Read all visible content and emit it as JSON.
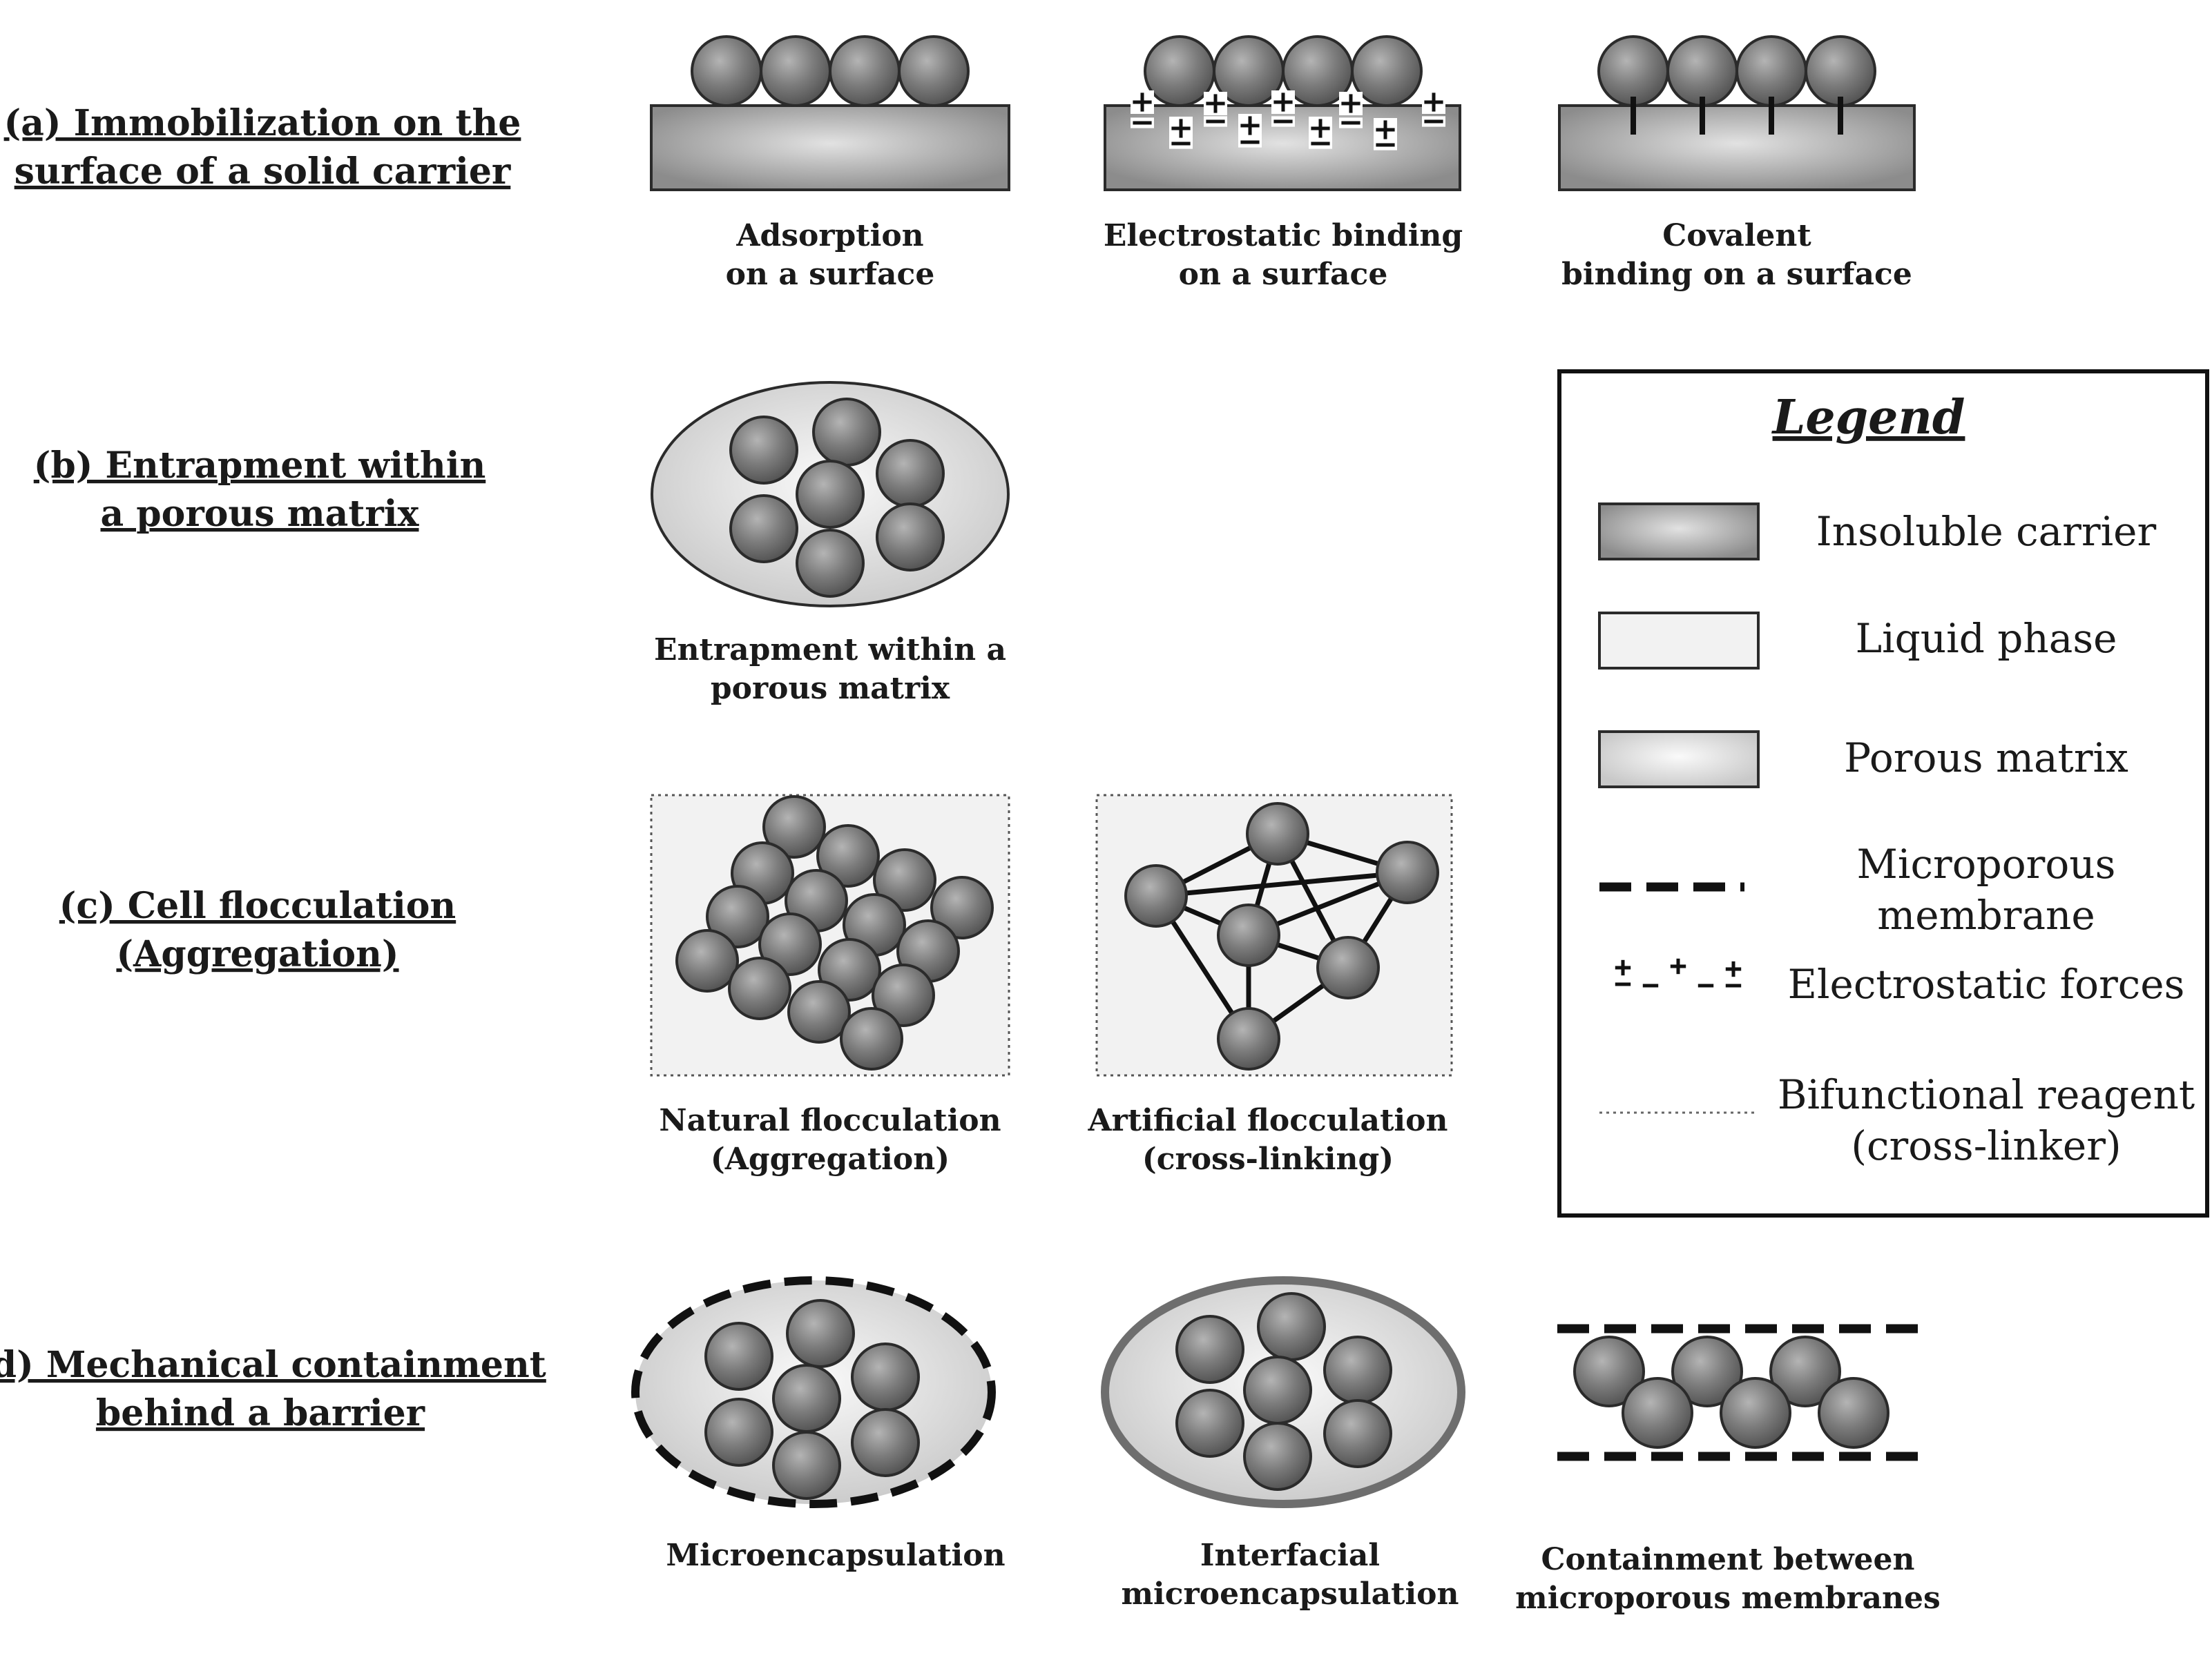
{
  "colors": {
    "cell_fill": "#7a7a7a",
    "cell_stroke": "#2b2b2b",
    "carrier_fill": "#9e9e9e",
    "matrix_fill": "#d9d9d9",
    "liquid_fill": "#f2f2f2",
    "line": "#111111"
  },
  "sections": {
    "a": {
      "line1": "(a) Immobilization on the",
      "line2": "surface of a solid carrier"
    },
    "b": {
      "line1": "(b) Entrapment within",
      "line2": "a porous matrix"
    },
    "c": {
      "line1": "(c) Cell flocculation",
      "line2": "(Aggregation)"
    },
    "d": {
      "line1": "(d) Mechanical containment",
      "line2": "behind a barrier"
    }
  },
  "captions": {
    "adsorption": {
      "line1": "Adsorption",
      "line2": "on a surface"
    },
    "electrostatic": {
      "line1": "Electrostatic binding",
      "line2": "on a surface"
    },
    "covalent": {
      "line1": "Covalent",
      "line2": "binding on a surface"
    },
    "entrapment": {
      "line1": "Entrapment within a",
      "line2": "porous matrix"
    },
    "natural": {
      "line1": "Natural flocculation",
      "line2": "(Aggregation)"
    },
    "artificial": {
      "line1": "Artificial flocculation",
      "line2": "(cross-linking)"
    },
    "microencapsulation": {
      "line1": "Microencapsulation"
    },
    "interfacial": {
      "line1": "Interfacial",
      "line2": "microencapsulation"
    },
    "containment": {
      "line1": "Containment between",
      "line2": "microporous membranes"
    }
  },
  "legend": {
    "title": "Legend",
    "insoluble_carrier": "Insoluble carrier",
    "liquid_phase": "Liquid phase",
    "porous_matrix": "Porous matrix",
    "membrane_line1": "Microporous",
    "membrane_line2": "membrane",
    "electrostatic_forces": "Electrostatic forces",
    "reagent_line1": "Bifunctional reagent",
    "reagent_line2": "(cross-linker)"
  }
}
